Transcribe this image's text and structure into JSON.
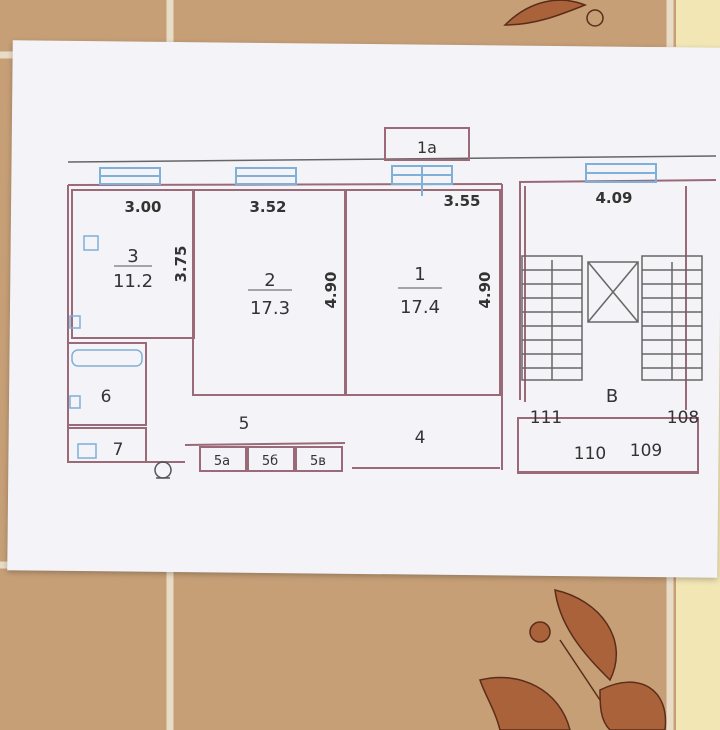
{
  "plan": {
    "rooms": {
      "balcony": "1а",
      "room3": {
        "number": "3",
        "area": "11.2"
      },
      "room2": {
        "number": "2",
        "area": "17.3"
      },
      "room1": {
        "number": "1",
        "area": "17.4"
      },
      "bath": "6",
      "wc": "7",
      "corridor": "5",
      "hall": "4",
      "closet_a": "5а",
      "closet_b1": "5б",
      "closet_b2": "5в",
      "stair": "В"
    },
    "dimensions": {
      "room3_width": "3.00",
      "room2_width": "3.52",
      "room1_width": "3.55",
      "stair_width": "4.09",
      "room3_depth": "3.75",
      "room2_depth": "4.90",
      "room1_depth": "4.90"
    },
    "neighbors": {
      "n111": "111",
      "n108": "108",
      "n110": "110",
      "n109": "109"
    }
  },
  "colors": {
    "wall": "#9a6a78",
    "window": "#7fb0d8",
    "line": "#555555",
    "paper": "#f4f4f8",
    "tile": "#c9a37a"
  }
}
